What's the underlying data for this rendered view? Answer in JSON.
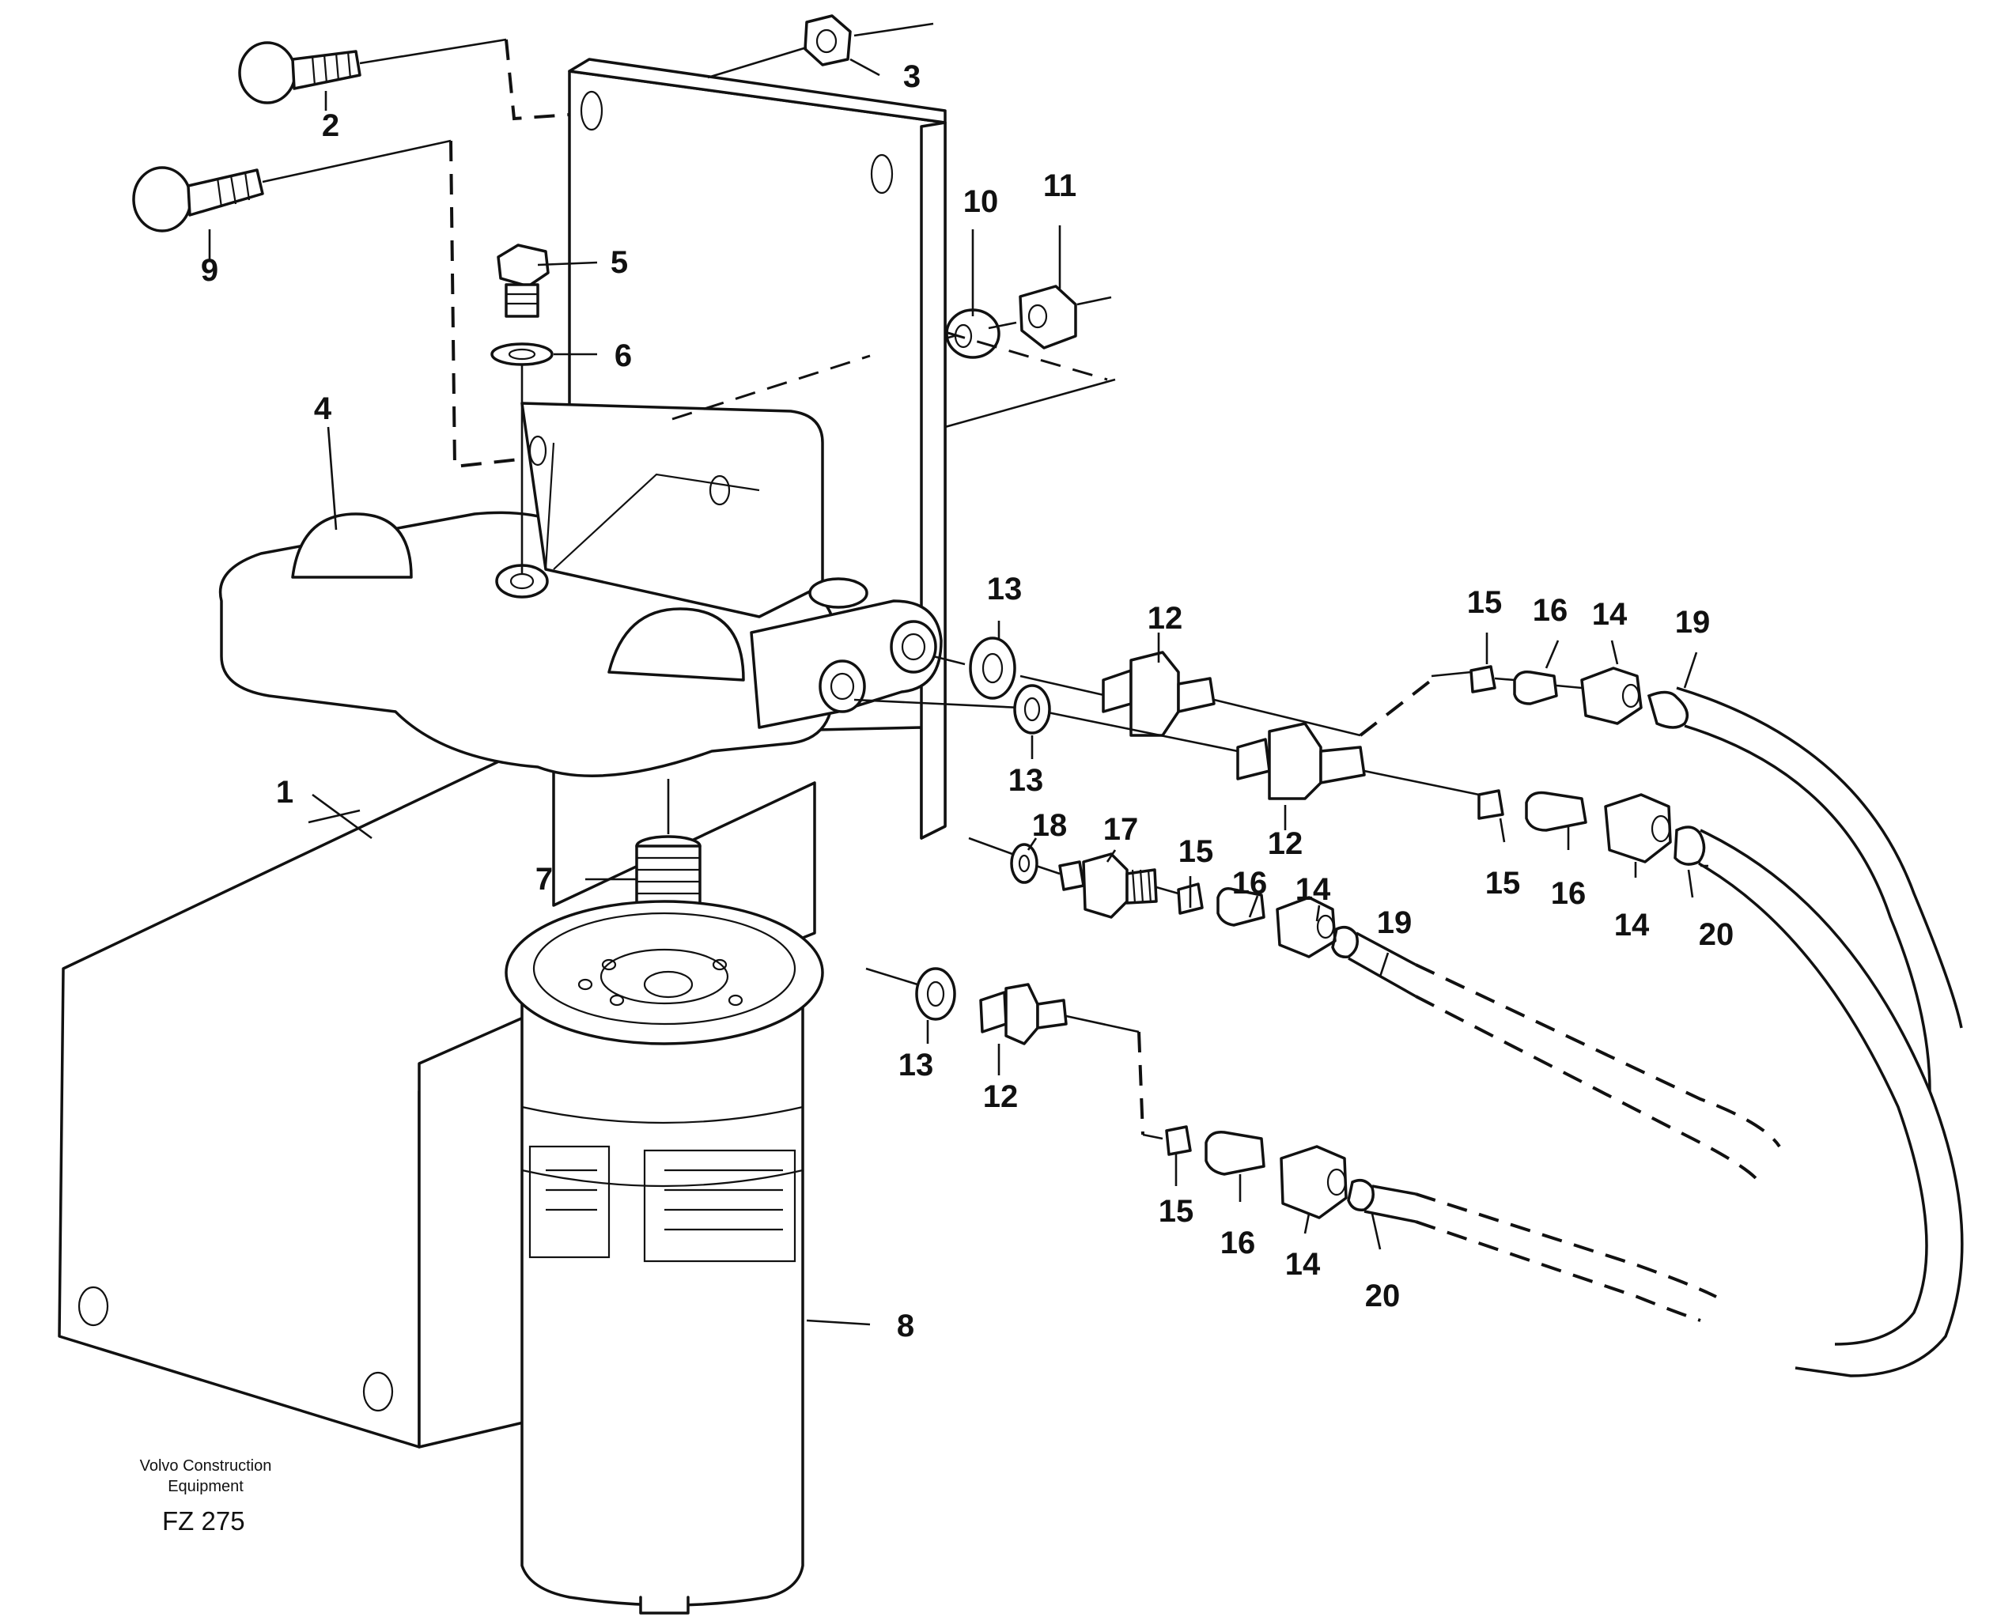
{
  "footer": {
    "brand_line1": "Volvo Construction",
    "brand_line2": "Equipment",
    "figure_code": "FZ 275"
  },
  "callouts": [
    {
      "id": "c1",
      "text": "1"
    },
    {
      "id": "c2",
      "text": "2"
    },
    {
      "id": "c3",
      "text": "3"
    },
    {
      "id": "c4",
      "text": "4"
    },
    {
      "id": "c5",
      "text": "5"
    },
    {
      "id": "c6",
      "text": "6"
    },
    {
      "id": "c7",
      "text": "7"
    },
    {
      "id": "c8",
      "text": "8"
    },
    {
      "id": "c9",
      "text": "9"
    },
    {
      "id": "c10",
      "text": "10"
    },
    {
      "id": "c11",
      "text": "11"
    },
    {
      "id": "c12a",
      "text": "12"
    },
    {
      "id": "c12b",
      "text": "12"
    },
    {
      "id": "c12c",
      "text": "12"
    },
    {
      "id": "c13a",
      "text": "13"
    },
    {
      "id": "c13b",
      "text": "13"
    },
    {
      "id": "c13c",
      "text": "13"
    },
    {
      "id": "c14a",
      "text": "14"
    },
    {
      "id": "c14b",
      "text": "14"
    },
    {
      "id": "c14c",
      "text": "14"
    },
    {
      "id": "c14d",
      "text": "14"
    },
    {
      "id": "c15a",
      "text": "15"
    },
    {
      "id": "c15b",
      "text": "15"
    },
    {
      "id": "c15c",
      "text": "15"
    },
    {
      "id": "c15d",
      "text": "15"
    },
    {
      "id": "c16a",
      "text": "16"
    },
    {
      "id": "c16b",
      "text": "16"
    },
    {
      "id": "c16c",
      "text": "16"
    },
    {
      "id": "c16d",
      "text": "16"
    },
    {
      "id": "c17",
      "text": "17"
    },
    {
      "id": "c18",
      "text": "18"
    },
    {
      "id": "c19a",
      "text": "19"
    },
    {
      "id": "c19b",
      "text": "19"
    },
    {
      "id": "c20a",
      "text": "20"
    },
    {
      "id": "c20b",
      "text": "20"
    }
  ]
}
